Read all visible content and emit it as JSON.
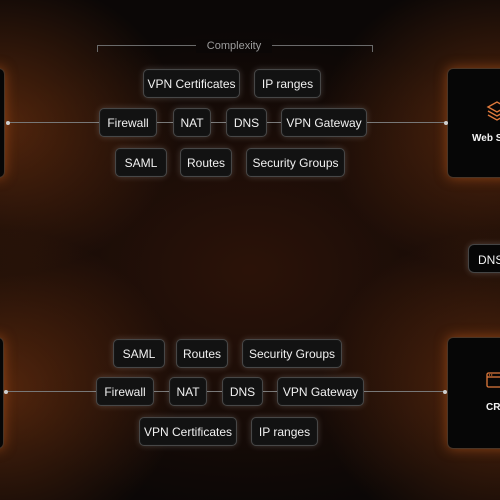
{
  "top_section": {
    "complexity_label": "Complexity",
    "rows": [
      [
        "VPN Certificates",
        "IP ranges"
      ],
      [
        "Firewall",
        "NAT",
        "DNS",
        "VPN Gateway"
      ],
      [
        "SAML",
        "Routes",
        "Security Groups"
      ]
    ]
  },
  "bottom_section": {
    "rows": [
      [
        "SAML",
        "Routes",
        "Security Groups"
      ],
      [
        "Firewall",
        "NAT",
        "DNS",
        "VPN Gateway"
      ],
      [
        "VPN Certificates",
        "IP ranges"
      ]
    ]
  },
  "right_nodes": {
    "web_label": "Web S",
    "dns_label": "DNS",
    "crm_label": "CR"
  },
  "icons": [
    "layers-icon",
    "browser-window-icon"
  ]
}
